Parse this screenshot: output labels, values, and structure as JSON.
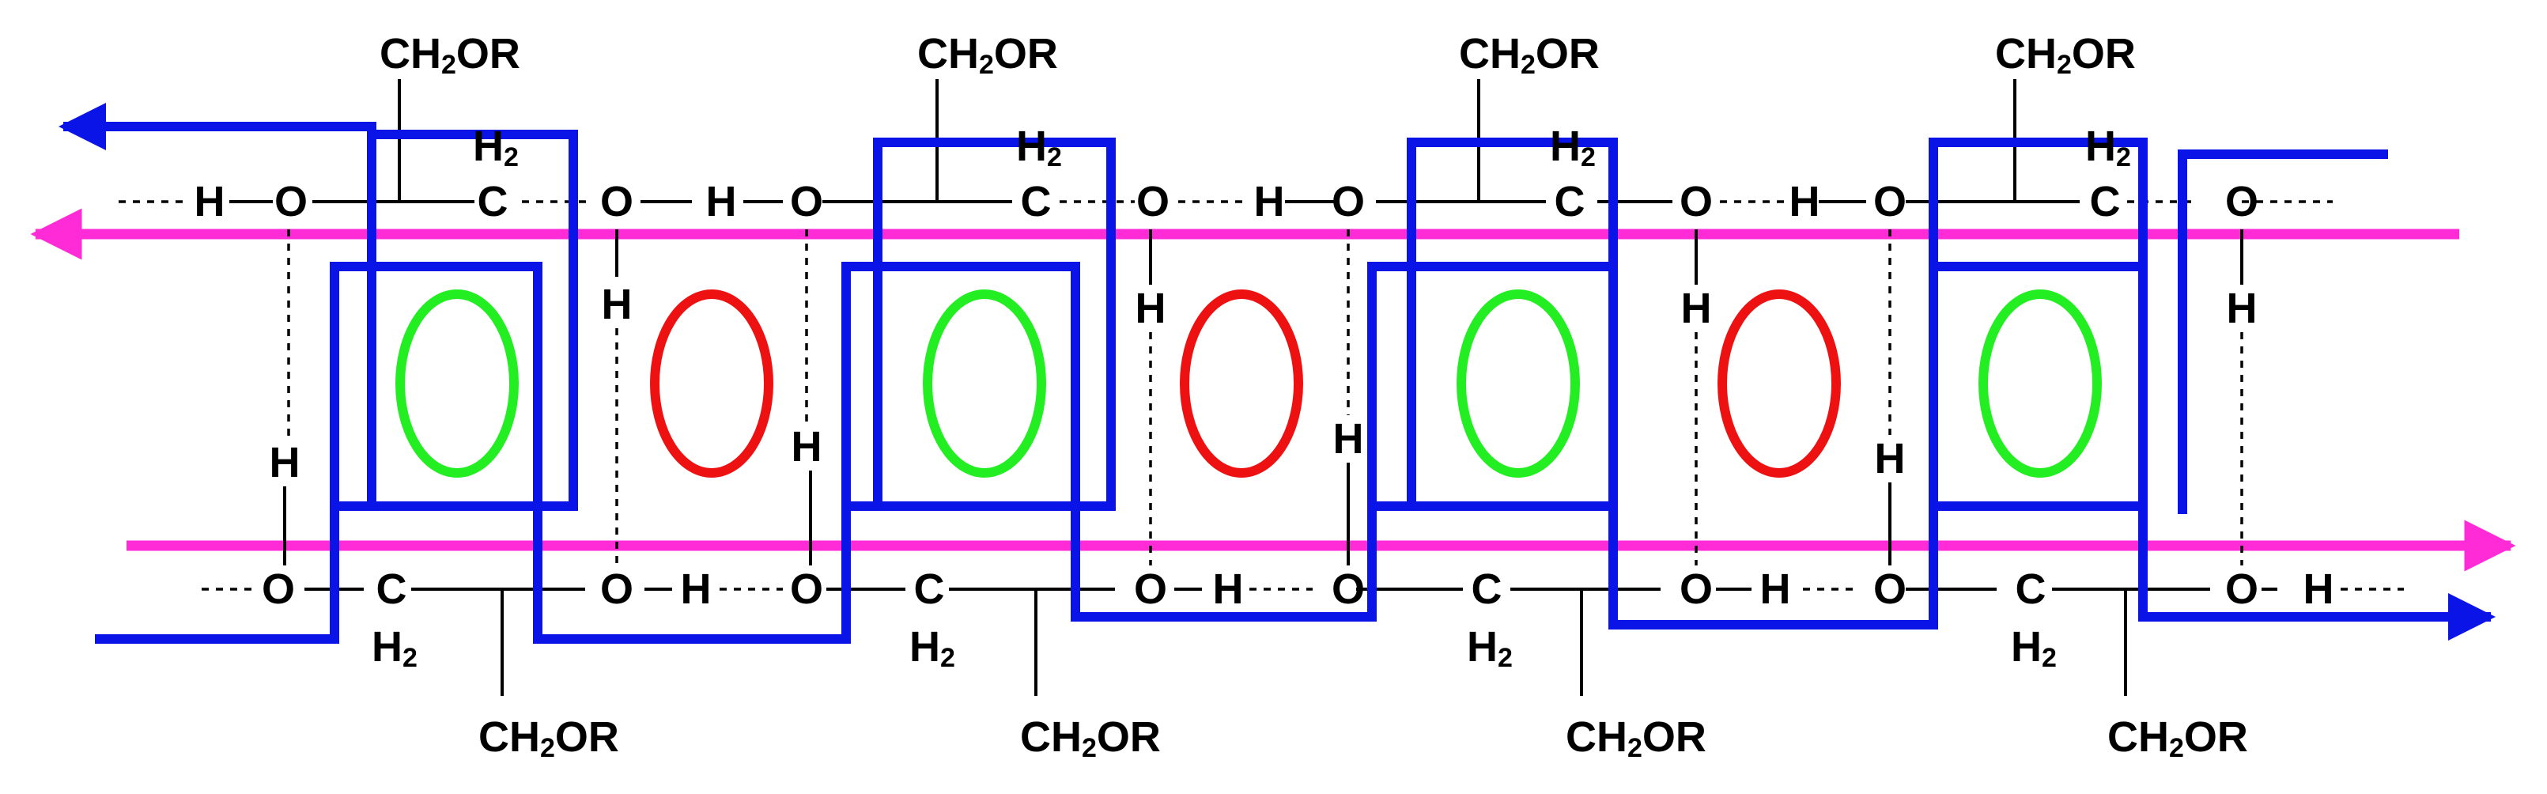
{
  "colors": {
    "blue": "#0a14e6",
    "magenta": "#ff2bd6",
    "green": "#22ee22",
    "red": "#ee1111",
    "ink": "#000000"
  },
  "labels": {
    "O": "O",
    "H": "H",
    "C": "C",
    "CH2_main": "CH",
    "CH2_sub": "2",
    "CH2_tail": "OR",
    "H2_main": "H",
    "H2_sub": "2"
  }
}
